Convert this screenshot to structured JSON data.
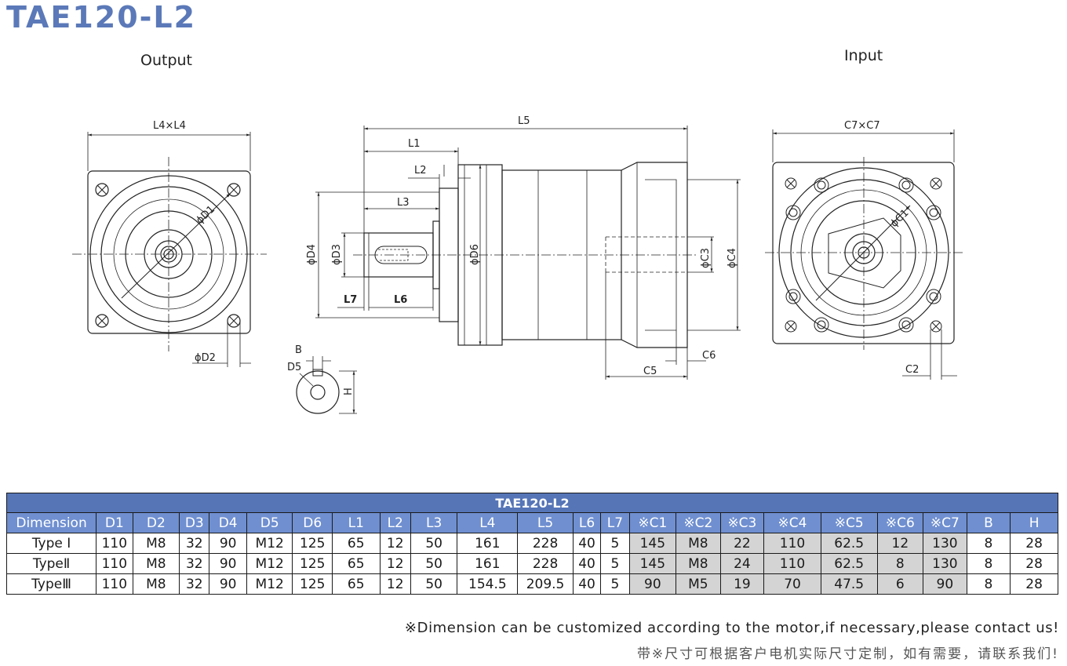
{
  "title": "TAE120-L2",
  "views": {
    "output_label": "Output",
    "input_label": "Input"
  },
  "dims": {
    "L4xL4": "L4×L4",
    "D1": "ϕD1",
    "D2": "ϕD2",
    "L5": "L5",
    "L1": "L1",
    "L2": "L2",
    "L3": "L3",
    "D4": "ϕD4",
    "D3": "ϕD3",
    "D6": "ϕD6",
    "C3": "ϕC3",
    "C4": "ϕC4",
    "L7": "L7",
    "L6": "L6",
    "C6": "C6",
    "C5": "C5",
    "B": "B",
    "D5": "D5",
    "H": "H",
    "C7xC7": "C7×C7",
    "C1": "ϕC1",
    "C2": "C2"
  },
  "table": {
    "caption": "TAE120-L2",
    "headers": [
      "Dimension",
      "D1",
      "D2",
      "D3",
      "D4",
      "D5",
      "D6",
      "L1",
      "L2",
      "L3",
      "L4",
      "L5",
      "L6",
      "L7",
      "※C1",
      "※C2",
      "※C3",
      "※C4",
      "※C5",
      "※C6",
      "※C7",
      "B",
      "H"
    ],
    "rows": [
      [
        "Type Ⅰ",
        "110",
        "M8",
        "32",
        "90",
        "M12",
        "125",
        "65",
        "12",
        "50",
        "161",
        "228",
        "40",
        "5",
        "145",
        "M8",
        "22",
        "110",
        "62.5",
        "12",
        "130",
        "8",
        "28"
      ],
      [
        "TypeⅡ",
        "110",
        "M8",
        "32",
        "90",
        "M12",
        "125",
        "65",
        "12",
        "50",
        "161",
        "228",
        "40",
        "5",
        "145",
        "M8",
        "24",
        "110",
        "62.5",
        "8",
        "130",
        "8",
        "28"
      ],
      [
        "TypeⅢ",
        "110",
        "M8",
        "32",
        "90",
        "M12",
        "125",
        "65",
        "12",
        "50",
        "154.5",
        "209.5",
        "40",
        "5",
        "90",
        "M5",
        "19",
        "70",
        "47.5",
        "6",
        "90",
        "8",
        "28"
      ]
    ]
  },
  "notes": {
    "en": "※Dimension can be customized according to the motor,if necessary,please contact us!",
    "cn": "带※尺寸可根据客户电机实际尺寸定制，如有需要，请联系我们!"
  },
  "colors": {
    "title": "#5b79b8",
    "table_caption_bg": "#5675b7",
    "table_header_bg": "#6f8fd0",
    "custom_cell_bg": "#d4d4d4"
  }
}
